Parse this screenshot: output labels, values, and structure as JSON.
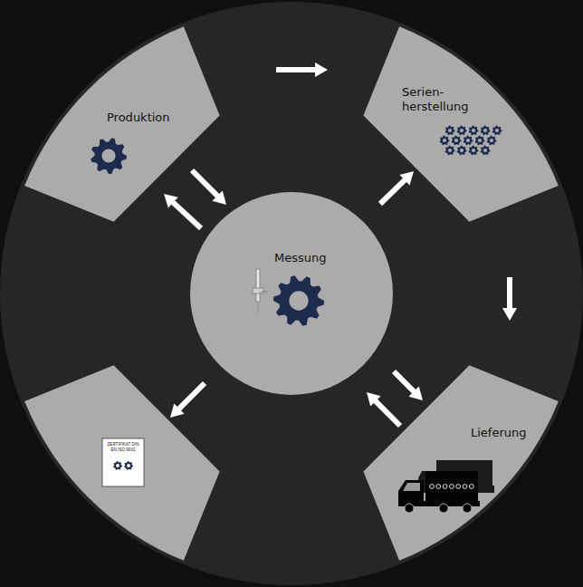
{
  "diagram": {
    "nodes": [
      {
        "text": [
          "Produktion"
        ]
      },
      {
        "text": [
          "Serien- herstellung"
        ]
      },
      {
        "text": [
          "Messung"
        ]
      },
      {
        "text": [
          "ZERTIFIKAT DIN EN ISO 9001"
        ]
      },
      {
        "text": [
          "Lieferung"
        ]
      }
    ],
    "edges": [
      {
        "from": 0,
        "to": 1,
        "arrow": "to"
      },
      {
        "from": 0,
        "to": 2,
        "arrow": "both"
      },
      {
        "from": 2,
        "to": 1,
        "arrow": "to"
      },
      {
        "from": 1,
        "to": 4,
        "arrow": "to"
      },
      {
        "from": 2,
        "to": 4,
        "arrow": "both"
      },
      {
        "from": 2,
        "to": 3,
        "arrow": "to"
      }
    ]
  }
}
